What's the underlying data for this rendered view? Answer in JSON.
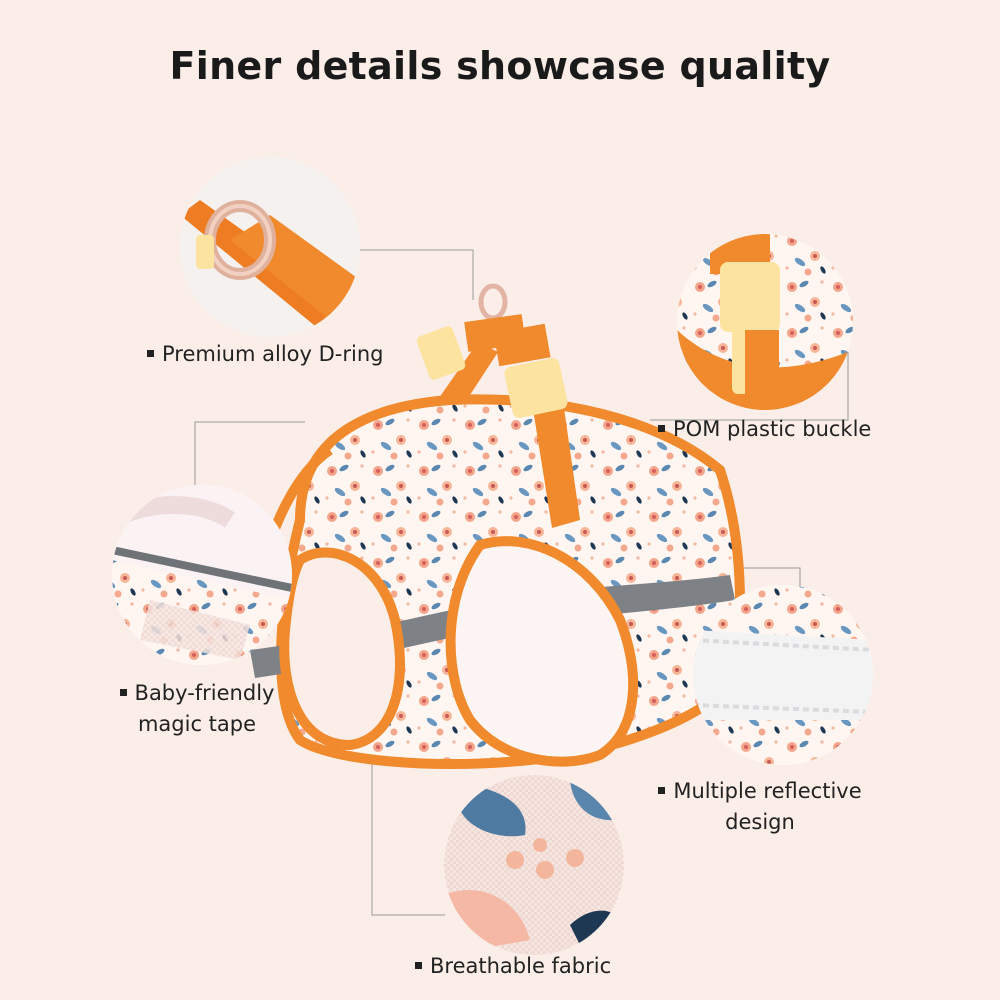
{
  "title": "Finer details showcase quality",
  "features": {
    "d_ring": "Premium alloy D-ring",
    "buckle": "POM plastic buckle",
    "magic_tape_line1": "Baby-friendly",
    "magic_tape_line2": "magic tape",
    "reflective_line1": "Multiple reflective",
    "reflective_line2": "design",
    "fabric": "Breathable fabric"
  },
  "colors": {
    "background": "#fbeee8",
    "trim_orange": "#f08a2c",
    "buckle_yellow": "#fde3a0",
    "reflective_grey": "#7e8286",
    "fabric_white": "#fff8f6"
  }
}
